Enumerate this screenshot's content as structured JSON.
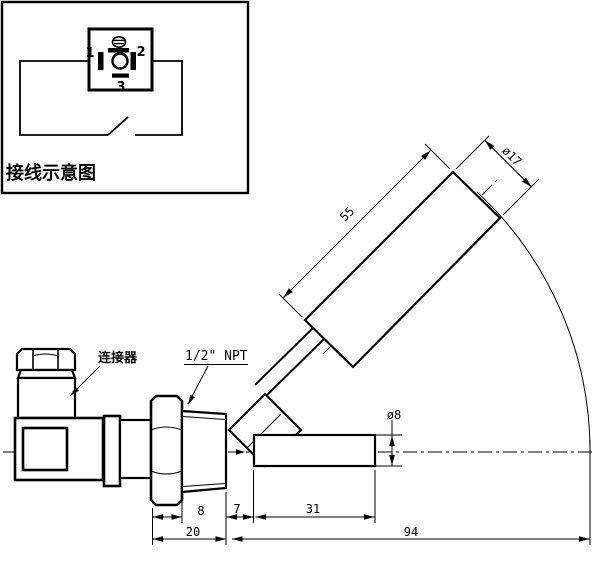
{
  "wiring": {
    "title": "接线示意图",
    "pin1": "1",
    "pin2": "2",
    "pin3": "3"
  },
  "labels": {
    "connector": "连接器",
    "thread_spec": "1/2\" NPT"
  },
  "dims": {
    "hex_width": "8",
    "hex_thread_len": "20",
    "elbow_gap": "7",
    "stem_len": "31",
    "overall": "94",
    "float_len": "55",
    "float_dia": "ø17",
    "stem_dia": "ø8"
  },
  "colors": {
    "line": "#000000",
    "background": "#ffffff"
  }
}
